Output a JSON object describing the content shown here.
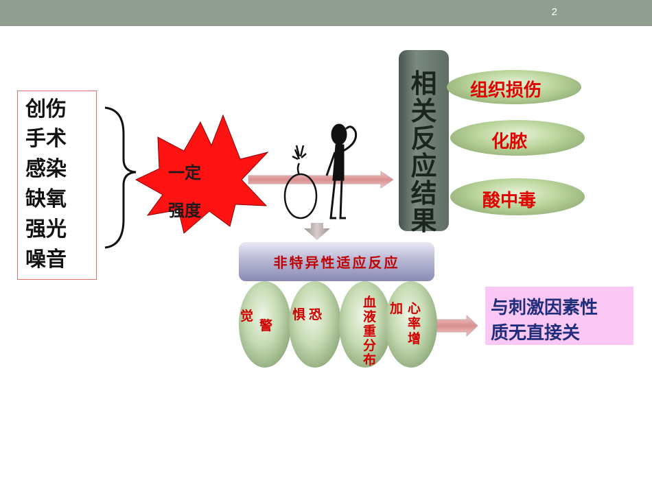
{
  "slide": {
    "page_number": "2"
  },
  "stimuli": [
    "创伤",
    "手术",
    "感染",
    "缺氧",
    "强光",
    "噪音"
  ],
  "burst": {
    "line1": "一定",
    "line2": "强度"
  },
  "results": {
    "label": "相关反应结果",
    "chars": [
      "相",
      "关",
      "反",
      "应",
      "结",
      "果"
    ]
  },
  "outcomes": [
    "组织损伤",
    "化脓",
    "酸中毒"
  ],
  "band": {
    "label": "非特异性适应反应"
  },
  "responses": {
    "alert": [
      "觉",
      "警"
    ],
    "fear": [
      "惧",
      "恐"
    ],
    "blood": [
      "血",
      "液",
      "重",
      "分",
      "布"
    ],
    "heart": [
      "加",
      "心",
      "率",
      "增"
    ]
  },
  "note": {
    "line1": "与刺激因素性",
    "line2": "质无直接关"
  },
  "colors": {
    "topbar": "#909e92",
    "red_text": "#e00000",
    "note_bg": "#fbc8f6",
    "note_text": "#1f2d7a"
  }
}
